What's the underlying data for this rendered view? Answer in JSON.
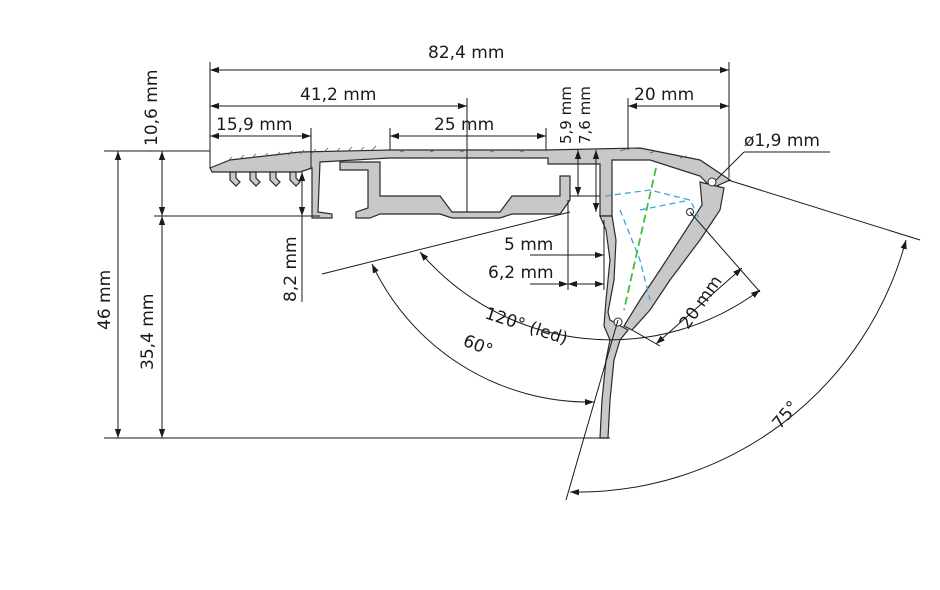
{
  "dimensions": {
    "total_width": "82,4 mm",
    "half_width": "41,2 mm",
    "right_width": "20 mm",
    "left_groove": "15,9 mm",
    "center_slot": "25 mm",
    "top_thickness": "10,6 mm",
    "small_1": "5,9 mm",
    "small_2": "7,6 mm",
    "pin_diameter": "ø1,9 mm",
    "total_height": "46 mm",
    "lower_height": "35,4 mm",
    "leg_height": "8,2 mm",
    "gap_5": "5 mm",
    "gap_6_2": "6,2 mm",
    "diffuser_20": "20 mm"
  },
  "angles": {
    "led": "120° (led)",
    "sixty": "60°",
    "seventy_five": "75°"
  },
  "colors": {
    "profile_fill": "#c8c8c8",
    "outline": "#2a2a2a",
    "led_beam": "#3aa7d9",
    "axis": "#3cc13c"
  }
}
